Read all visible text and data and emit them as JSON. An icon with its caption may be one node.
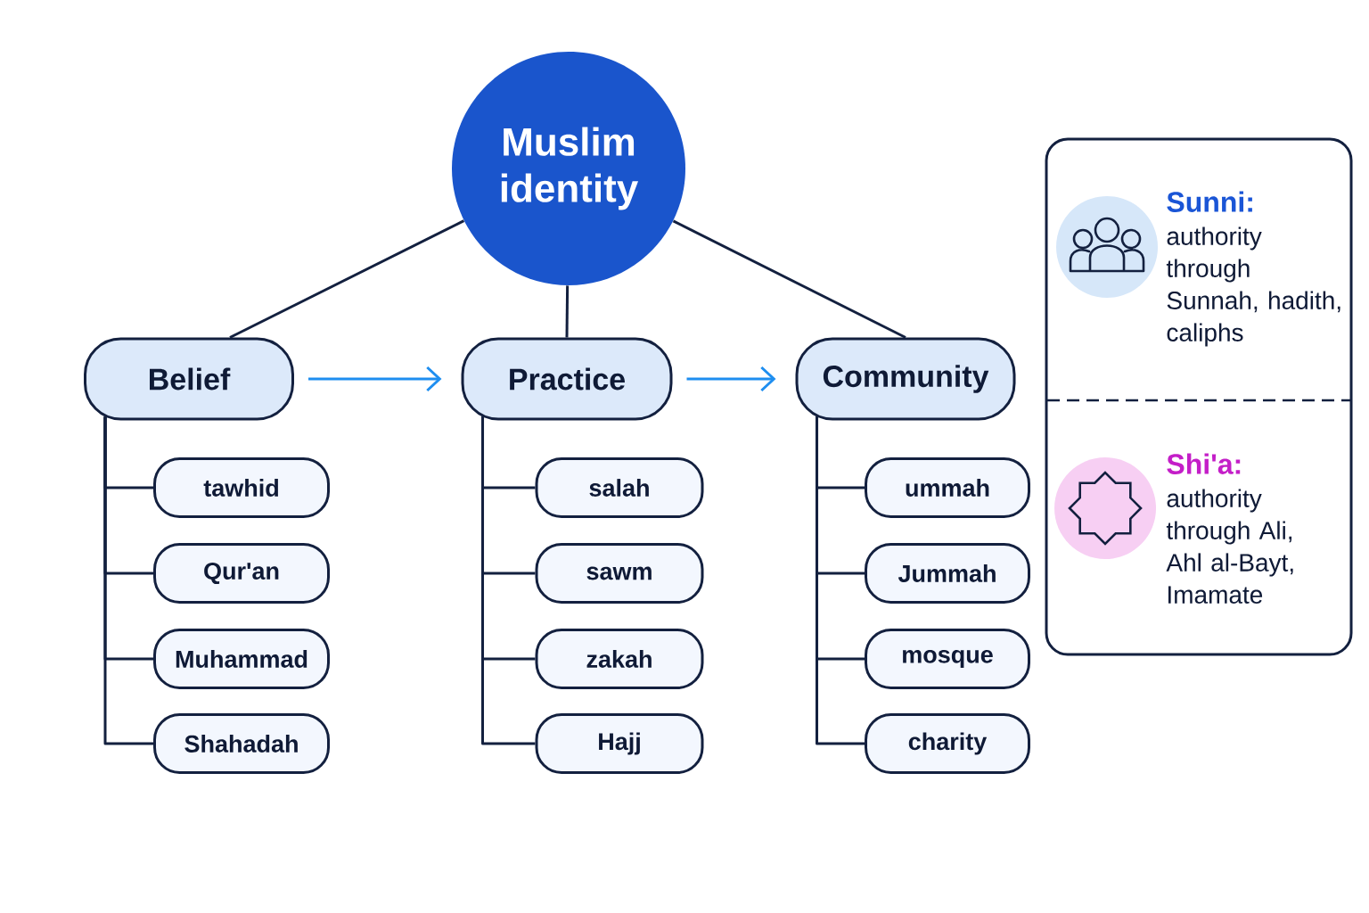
{
  "diagram": {
    "nodes": [
      {
        "text": [
          "Muslim identity"
        ]
      },
      {
        "text": [
          "Belief"
        ]
      },
      {
        "text": [
          "Practice"
        ]
      },
      {
        "text": [
          "Community"
        ]
      },
      {
        "text": [
          "tawhid"
        ]
      },
      {
        "text": [
          "Qur'an"
        ]
      },
      {
        "text": [
          "Muhammad"
        ]
      },
      {
        "text": [
          "Shahadah"
        ]
      },
      {
        "text": [
          "salah"
        ]
      },
      {
        "text": [
          "sawm"
        ]
      },
      {
        "text": [
          "zakah"
        ]
      },
      {
        "text": [
          "Hajj"
        ]
      },
      {
        "text": [
          "ummah"
        ]
      },
      {
        "text": [
          "Jummah"
        ]
      },
      {
        "text": [
          "mosque"
        ]
      },
      {
        "text": [
          "charity"
        ]
      },
      {
        "text": [
          "Sunni:",
          "authority through Sunnah, hadith, caliphs",
          "Shi'a:",
          "authority through Ali, Ahl al-Bayt, Imamate"
        ]
      }
    ],
    "edges": [
      {
        "from": 0,
        "to": 1,
        "arrow": "none"
      },
      {
        "from": 0,
        "to": 2,
        "arrow": "none"
      },
      {
        "from": 0,
        "to": 3,
        "arrow": "none"
      },
      {
        "from": 1,
        "to": 2,
        "arrow": "to",
        "color": "#1e8ef0"
      },
      {
        "from": 2,
        "to": 3,
        "arrow": "to",
        "color": "#1e8ef0"
      },
      {
        "from": 1,
        "to": 4,
        "arrow": "none"
      },
      {
        "from": 1,
        "to": 5,
        "arrow": "none"
      },
      {
        "from": 1,
        "to": 6,
        "arrow": "none"
      },
      {
        "from": 1,
        "to": 7,
        "arrow": "none"
      },
      {
        "from": 2,
        "to": 8,
        "arrow": "none"
      },
      {
        "from": 2,
        "to": 9,
        "arrow": "none"
      },
      {
        "from": 2,
        "to": 10,
        "arrow": "none"
      },
      {
        "from": 2,
        "to": 11,
        "arrow": "none"
      },
      {
        "from": 3,
        "to": 12,
        "arrow": "none"
      },
      {
        "from": 3,
        "to": 13,
        "arrow": "none"
      },
      {
        "from": 3,
        "to": 14,
        "arrow": "none"
      },
      {
        "from": 3,
        "to": 15,
        "arrow": "none"
      }
    ]
  }
}
